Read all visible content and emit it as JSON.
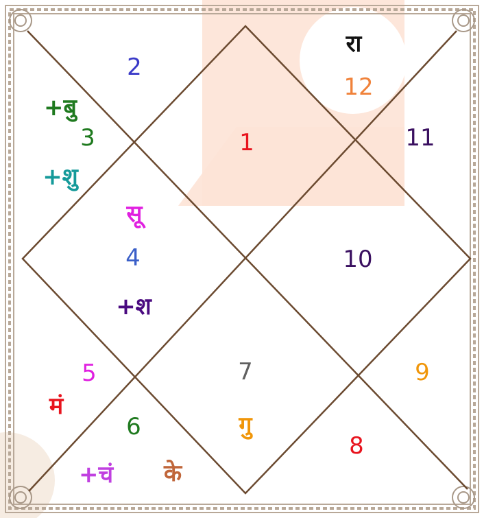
{
  "chart_data": {
    "type": "diagram",
    "houses": [
      {
        "number": "1",
        "color": "#e8141e",
        "planets": []
      },
      {
        "number": "2",
        "color": "#3a3ac8",
        "planets": []
      },
      {
        "number": "3",
        "color": "#1f7a1f",
        "planets": [
          {
            "text": "+बु",
            "color": "#1f7a1f"
          },
          {
            "text": "+शु",
            "color": "#159a9a"
          }
        ]
      },
      {
        "number": "4",
        "color": "#3a5fc8",
        "planets": [
          {
            "text": "सू",
            "color": "#e020e0"
          },
          {
            "text": "+श",
            "color": "#4a0a80"
          }
        ]
      },
      {
        "number": "5",
        "color": "#e020e0",
        "planets": [
          {
            "text": "मं",
            "color": "#e8141e"
          }
        ]
      },
      {
        "number": "6",
        "color": "#1f7a1f",
        "planets": [
          {
            "text": "+चं",
            "color": "#c040e0"
          },
          {
            "text": "के",
            "color": "#c0663a"
          }
        ]
      },
      {
        "number": "7",
        "color": "#606060",
        "planets": [
          {
            "text": "गु",
            "color": "#f0960a"
          }
        ]
      },
      {
        "number": "8",
        "color": "#e8141e",
        "planets": []
      },
      {
        "number": "9",
        "color": "#f0960a",
        "planets": []
      },
      {
        "number": "10",
        "color": "#3a1060",
        "planets": []
      },
      {
        "number": "11",
        "color": "#3a1060",
        "planets": []
      },
      {
        "number": "12",
        "color": "#f0823a",
        "planets": [
          {
            "text": "रा",
            "color": "#111111"
          }
        ]
      }
    ]
  },
  "colors": {
    "line": "#6b4a30",
    "border": "#b8a898",
    "watermark": "#fde3d6"
  }
}
